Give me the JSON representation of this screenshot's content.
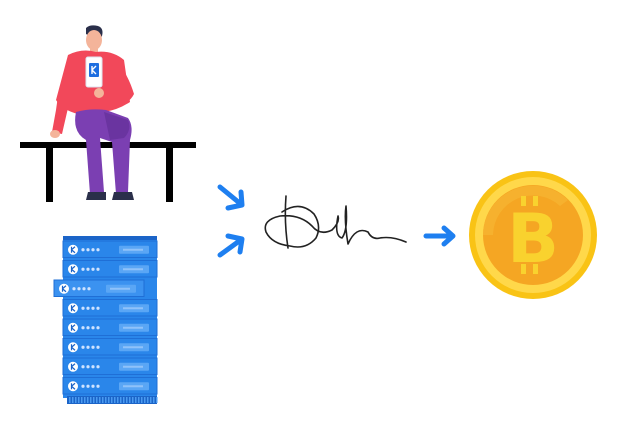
{
  "diagram": {
    "nodes": [
      {
        "id": "person-on-bench",
        "icon": "person-holding-phone-icon"
      },
      {
        "id": "server-rack",
        "icon": "server-rack-icon"
      },
      {
        "id": "signature",
        "icon": "handwritten-signature"
      },
      {
        "id": "coin",
        "icon": "bitcoin-coin-icon",
        "symbol": "B"
      }
    ],
    "edges": [
      {
        "from": "person-on-bench",
        "to": "signature"
      },
      {
        "from": "server-rack",
        "to": "signature"
      },
      {
        "from": "signature",
        "to": "coin"
      }
    ],
    "rack_units": 8,
    "colors": {
      "arrow": "#1e7ff0",
      "shirt": "#f2485a",
      "pants": "#7b3fb2",
      "server": "#2a86ea",
      "server_dark": "#1b64c8",
      "coin_outer": "#f9c315",
      "coin_inner": "#f5a623",
      "coin_symbol": "#f9d22e",
      "bench": "#000000"
    }
  }
}
